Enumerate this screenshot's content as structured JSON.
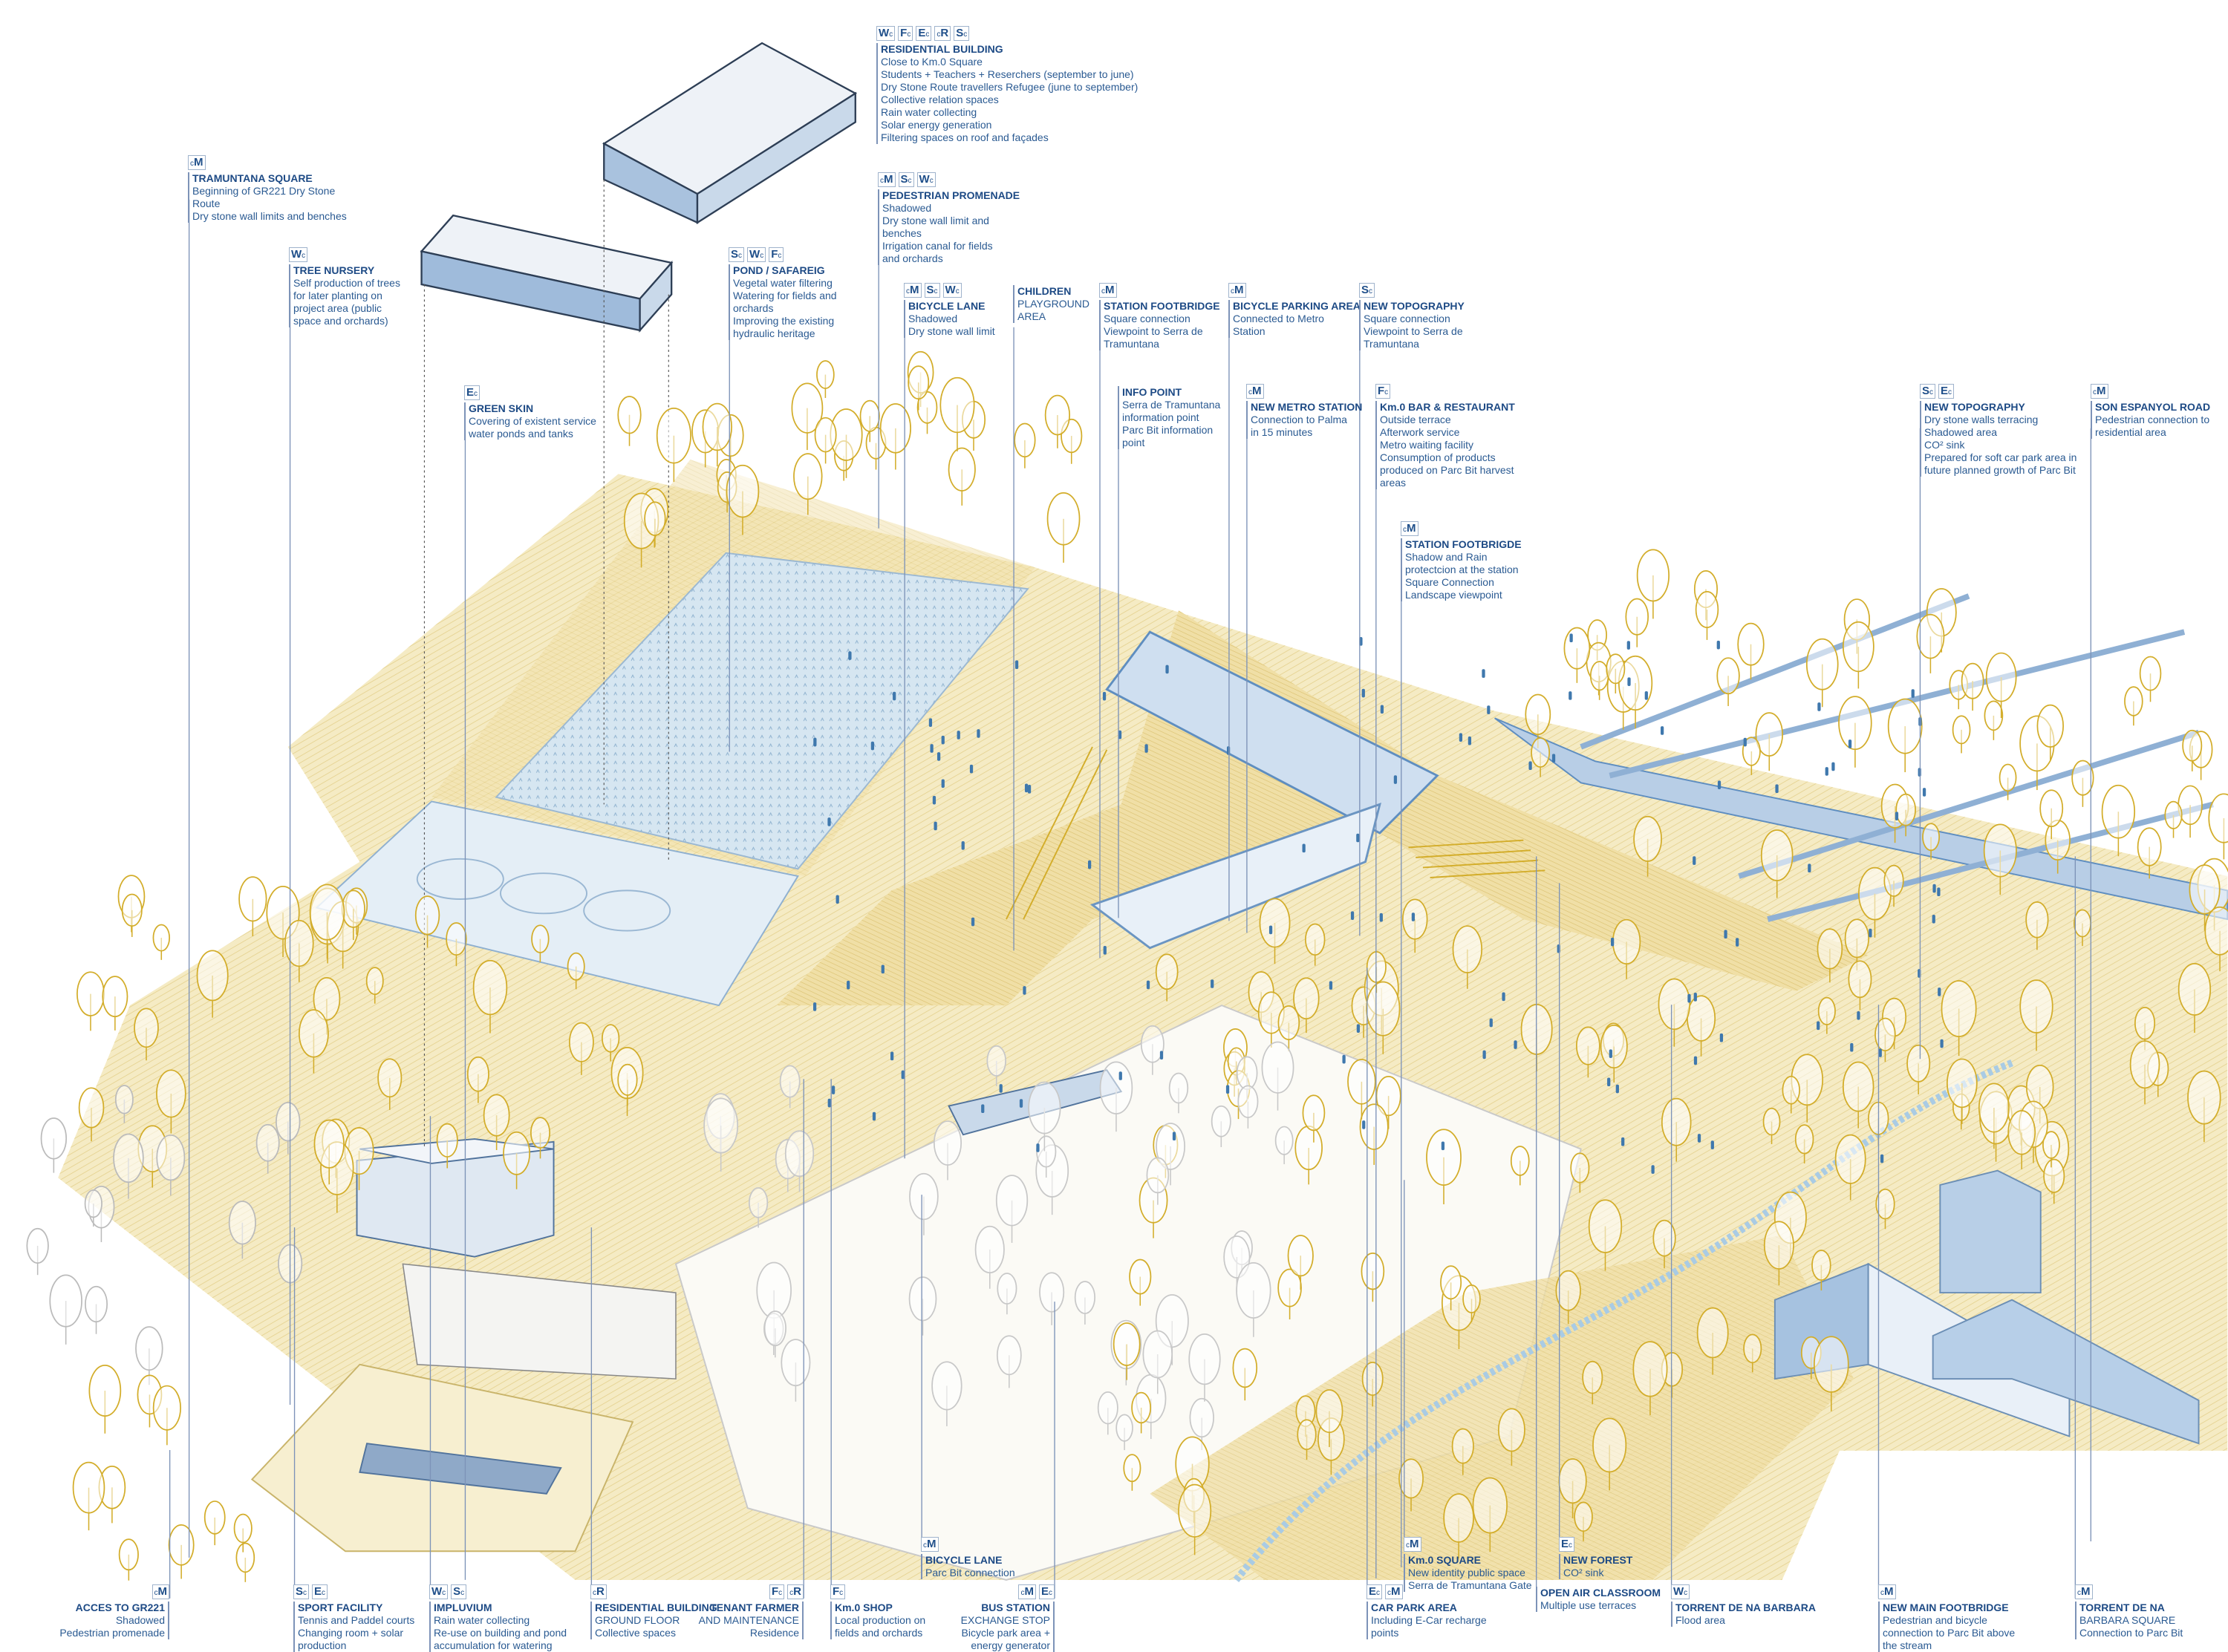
{
  "colors": {
    "text": "#24508a",
    "ground": "#f3e6b8",
    "ground_dark": "#ead48c",
    "water": "#d4e4ef",
    "tree": "#d3ad2a",
    "building": "#8fb0d4",
    "people": "#3f78ad"
  },
  "labels": [
    {
      "badges": [
        "Wc",
        "Fc",
        "Ec",
        "cR",
        "Sc"
      ],
      "title": "RESIDENTIAL BUILDING",
      "lines": [
        "Close to Km.0 Square",
        "Students + Teachers + Reserchers (september to june)",
        "Dry Stone Route travellers Refugee (june to september)",
        "Collective relation spaces",
        "Rain water collecting",
        "Solar energy generation",
        "Filtering spaces on roof and façades"
      ]
    },
    {
      "badges": [
        "cM",
        "Sc",
        "Wc"
      ],
      "title": "PEDESTRIAN PROMENADE",
      "lines": [
        "Shadowed",
        "Dry stone wall limit and",
        "benches",
        "Irrigation canal for fields",
        "and orchards"
      ]
    },
    {
      "badges": [
        "cM"
      ],
      "title": "TRAMUNTANA SQUARE",
      "lines": [
        "Beginning of GR221 Dry Stone",
        "Route",
        "Dry stone wall limits and benches"
      ]
    },
    {
      "badges": [
        "Wc"
      ],
      "title": "TREE NURSERY",
      "lines": [
        "Self production of trees",
        "for later planting on",
        "project area (public",
        "space and orchards)"
      ]
    },
    {
      "badges": [
        "Ec"
      ],
      "title": "GREEN SKIN",
      "lines": [
        "Covering of existent service",
        "water ponds and tanks"
      ]
    },
    {
      "badges": [
        "Sc",
        "Wc",
        "Fc"
      ],
      "title": "POND / SAFAREIG",
      "lines": [
        "Vegetal water filtering",
        "Watering for fields and",
        "orchards",
        "Improving the existing",
        "hydraulic heritage"
      ]
    },
    {
      "badges": [
        "cM",
        "Sc",
        "Wc"
      ],
      "title": "BICYCLE LANE",
      "lines": [
        "Shadowed",
        "Dry stone wall limit"
      ]
    },
    {
      "badges": [],
      "title": "CHILDREN",
      "lines": [
        "PLAYGROUND",
        "AREA"
      ]
    },
    {
      "badges": [
        "cM"
      ],
      "title": "STATION FOOTBRIDGE",
      "lines": [
        "Square connection",
        "Viewpoint to Serra de",
        "Tramuntana"
      ]
    },
    {
      "badges": [
        "cM"
      ],
      "title": "BICYCLE PARKING AREA",
      "lines": [
        "Connected to Metro",
        "Station"
      ]
    },
    {
      "badges": [
        "Sc"
      ],
      "title": "NEW TOPOGRAPHY",
      "lines": [
        "Square connection",
        "Viewpoint to Serra de",
        "Tramuntana"
      ]
    },
    {
      "badges": [],
      "title": "INFO POINT",
      "lines": [
        "Serra de Tramuntana",
        "information point",
        "Parc Bit information",
        "point"
      ]
    },
    {
      "badges": [
        "cM"
      ],
      "title": "NEW METRO STATION",
      "lines": [
        "Connection to Palma",
        "in 15 minutes"
      ]
    },
    {
      "badges": [
        "Fc"
      ],
      "title": "Km.0 BAR & RESTAURANT",
      "lines": [
        "Outside terrace",
        "Afterwork service",
        "Metro waiting facility",
        "Consumption of products",
        "produced on Parc Bit harvest",
        "areas"
      ]
    },
    {
      "badges": [
        "cM"
      ],
      "title": "STATION FOOTBRIGDE",
      "lines": [
        "Shadow and Rain",
        "protectcion at the station",
        "Square Connection",
        "Landscape viewpoint"
      ]
    },
    {
      "badges": [
        "Sc",
        "Ec"
      ],
      "title": "NEW TOPOGRAPHY",
      "lines": [
        "Dry stone walls terracing",
        "Shadowed area",
        "CO² sink",
        "Prepared for soft car park area in",
        "future planned growth of Parc Bit"
      ]
    },
    {
      "badges": [
        "cM"
      ],
      "title": "SON ESPANYOL ROAD",
      "lines": [
        "Pedestrian connection to",
        "residential area"
      ]
    },
    {
      "badges": [
        "cM"
      ],
      "title": "ACCES TO GR221",
      "lines": [
        "Shadowed",
        "Pedestrian promenade"
      ]
    },
    {
      "badges": [
        "Sc",
        "Ec"
      ],
      "title": "SPORT FACILITY",
      "lines": [
        "Tennis and Paddel courts",
        "Changing room + solar",
        "production"
      ]
    },
    {
      "badges": [
        "Wc",
        "Sc"
      ],
      "title": "IMPLUVIUM",
      "lines": [
        "Rain water collecting",
        "Re-use on building and pond",
        "accumulation for watering"
      ]
    },
    {
      "badges": [
        "cR"
      ],
      "title": "RESIDENTIAL BUILDING",
      "lines": [
        "GROUND FLOOR",
        "Collective spaces"
      ]
    },
    {
      "badges": [
        "Fc",
        "cR"
      ],
      "title": "TENANT FARMER",
      "lines": [
        "AND MAINTENANCE",
        "Residence"
      ]
    },
    {
      "badges": [
        "Fc"
      ],
      "title": "Km.0 SHOP",
      "lines": [
        "Local production on",
        "fields and orchards"
      ]
    },
    {
      "badges": [
        "cM"
      ],
      "title": "BICYCLE LANE",
      "lines": [
        "Parc Bit connection"
      ]
    },
    {
      "badges": [
        "cM",
        "Ec"
      ],
      "title": "BUS STATION",
      "lines": [
        "EXCHANGE STOP",
        "Bicycle park area +",
        "energy generator"
      ]
    },
    {
      "badges": [
        "cM"
      ],
      "title": "Km.0 SQUARE",
      "lines": [
        "New identity public space",
        "Serra de Tramuntana Gate"
      ]
    },
    {
      "badges": [
        "Ec",
        "cM"
      ],
      "title": "CAR PARK AREA",
      "lines": [
        "Including E-Car recharge",
        "points"
      ]
    },
    {
      "badges": [
        "Ec"
      ],
      "title": "NEW FOREST",
      "lines": [
        "CO² sink"
      ]
    },
    {
      "badges": [],
      "title": "OPEN AIR CLASSROOM",
      "lines": [
        "Multiple use terraces"
      ]
    },
    {
      "badges": [
        "Wc"
      ],
      "title": "TORRENT DE NA BARBARA",
      "lines": [
        "Flood area"
      ]
    },
    {
      "badges": [
        "cM"
      ],
      "title": "NEW MAIN FOOTBRIDGE",
      "lines": [
        "Pedestrian and bicycle",
        "connection to Parc Bit above",
        "the stream"
      ]
    },
    {
      "badges": [
        "cM"
      ],
      "title": "TORRENT DE NA",
      "lines": [
        "BARBARA SQUARE",
        "Connection to Parc Bit"
      ]
    }
  ]
}
